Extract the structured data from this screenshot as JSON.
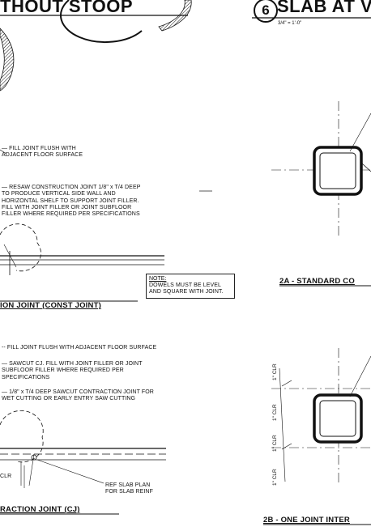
{
  "header": {
    "title_left": "THOUT STOOP",
    "detail_number": "6",
    "title_right": "SLAB AT V",
    "scale": "3/4\" = 1'-0\""
  },
  "details": {
    "construction_joint": {
      "notes": [
        "FILL JOINT FLUSH WITH\nADJACENT FLOOR SURFACE",
        "RESAW CONSTRUCTION JOINT 1/8\" x T/4 DEEP\nTO PRODUCE VERTICAL SIDE WALL AND\nHORIZONTAL SHELF TO SUPPORT JOINT FILLER.\nFILL WITH JOINT FILLER OR JOINT SUBFLOOR\nFILLER WHERE REQUIRED PER SPECIFICATIONS"
      ],
      "note_box_heading": "NOTE:",
      "note_box_text": "DOWELS MUST BE LEVEL\nAND SQUARE WITH JOINT.",
      "caption": "ION JOINT (CONST JOINT)"
    },
    "contraction_joint": {
      "notes": [
        "FILL JOINT FLUSH WITH ADJACENT FLOOR SURFACE",
        "SAWCUT CJ. FILL WITH JOINT FILLER OR JOINT\nSUBFLOOR FILLER WHERE REQUIRED PER\nSPECIFICATIONS",
        "1/8\" x T/4 DEEP SAWCUT CONTRACTION JOINT FOR\nWET CUTTING OR EARLY ENTRY SAW CUTTING"
      ],
      "clr_label": "CLR",
      "ref_note": "REF SLAB PLAN\nFOR SLAB REINF",
      "caption": "RACTION JOINT (CJ)"
    },
    "detail_2a": {
      "caption": "2A - STANDARD CO"
    },
    "detail_2b": {
      "caption": "2B - ONE JOINT INTER",
      "dims": [
        "1\" CLR",
        "1\" CLR",
        "1\" CLR",
        "1\" CLR"
      ]
    }
  }
}
